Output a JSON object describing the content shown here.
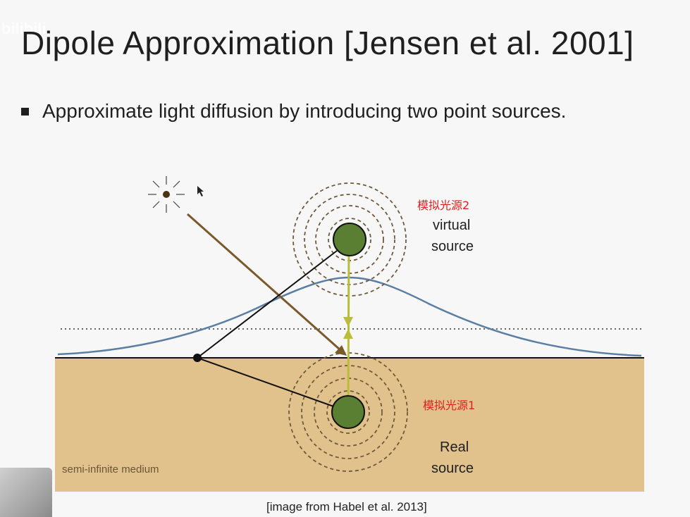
{
  "slide": {
    "title": "Dipole Approximation [Jensen et al. 2001]",
    "bullet": "Approximate light diffusion by introducing two point sources."
  },
  "figure": {
    "annotation_virtual_cn": "模拟光源2",
    "annotation_real_cn": "模拟光源1",
    "virtual_label_line1": "virtual",
    "virtual_label_line2": "source",
    "real_label_line1": "Real",
    "real_label_line2": "source",
    "medium_label": "semi-infinite medium",
    "caption": "[image from Habel et al. 2013]",
    "colors": {
      "medium": "#e2c28c",
      "source_fill": "#5b7f32",
      "profile_curve": "#5b7fa3",
      "incident_ray": "#7a5a2a",
      "dipole_axis": "#b9bd3a",
      "annotation": "#e02020"
    }
  },
  "overlay": {
    "watermark": "bilibili"
  }
}
